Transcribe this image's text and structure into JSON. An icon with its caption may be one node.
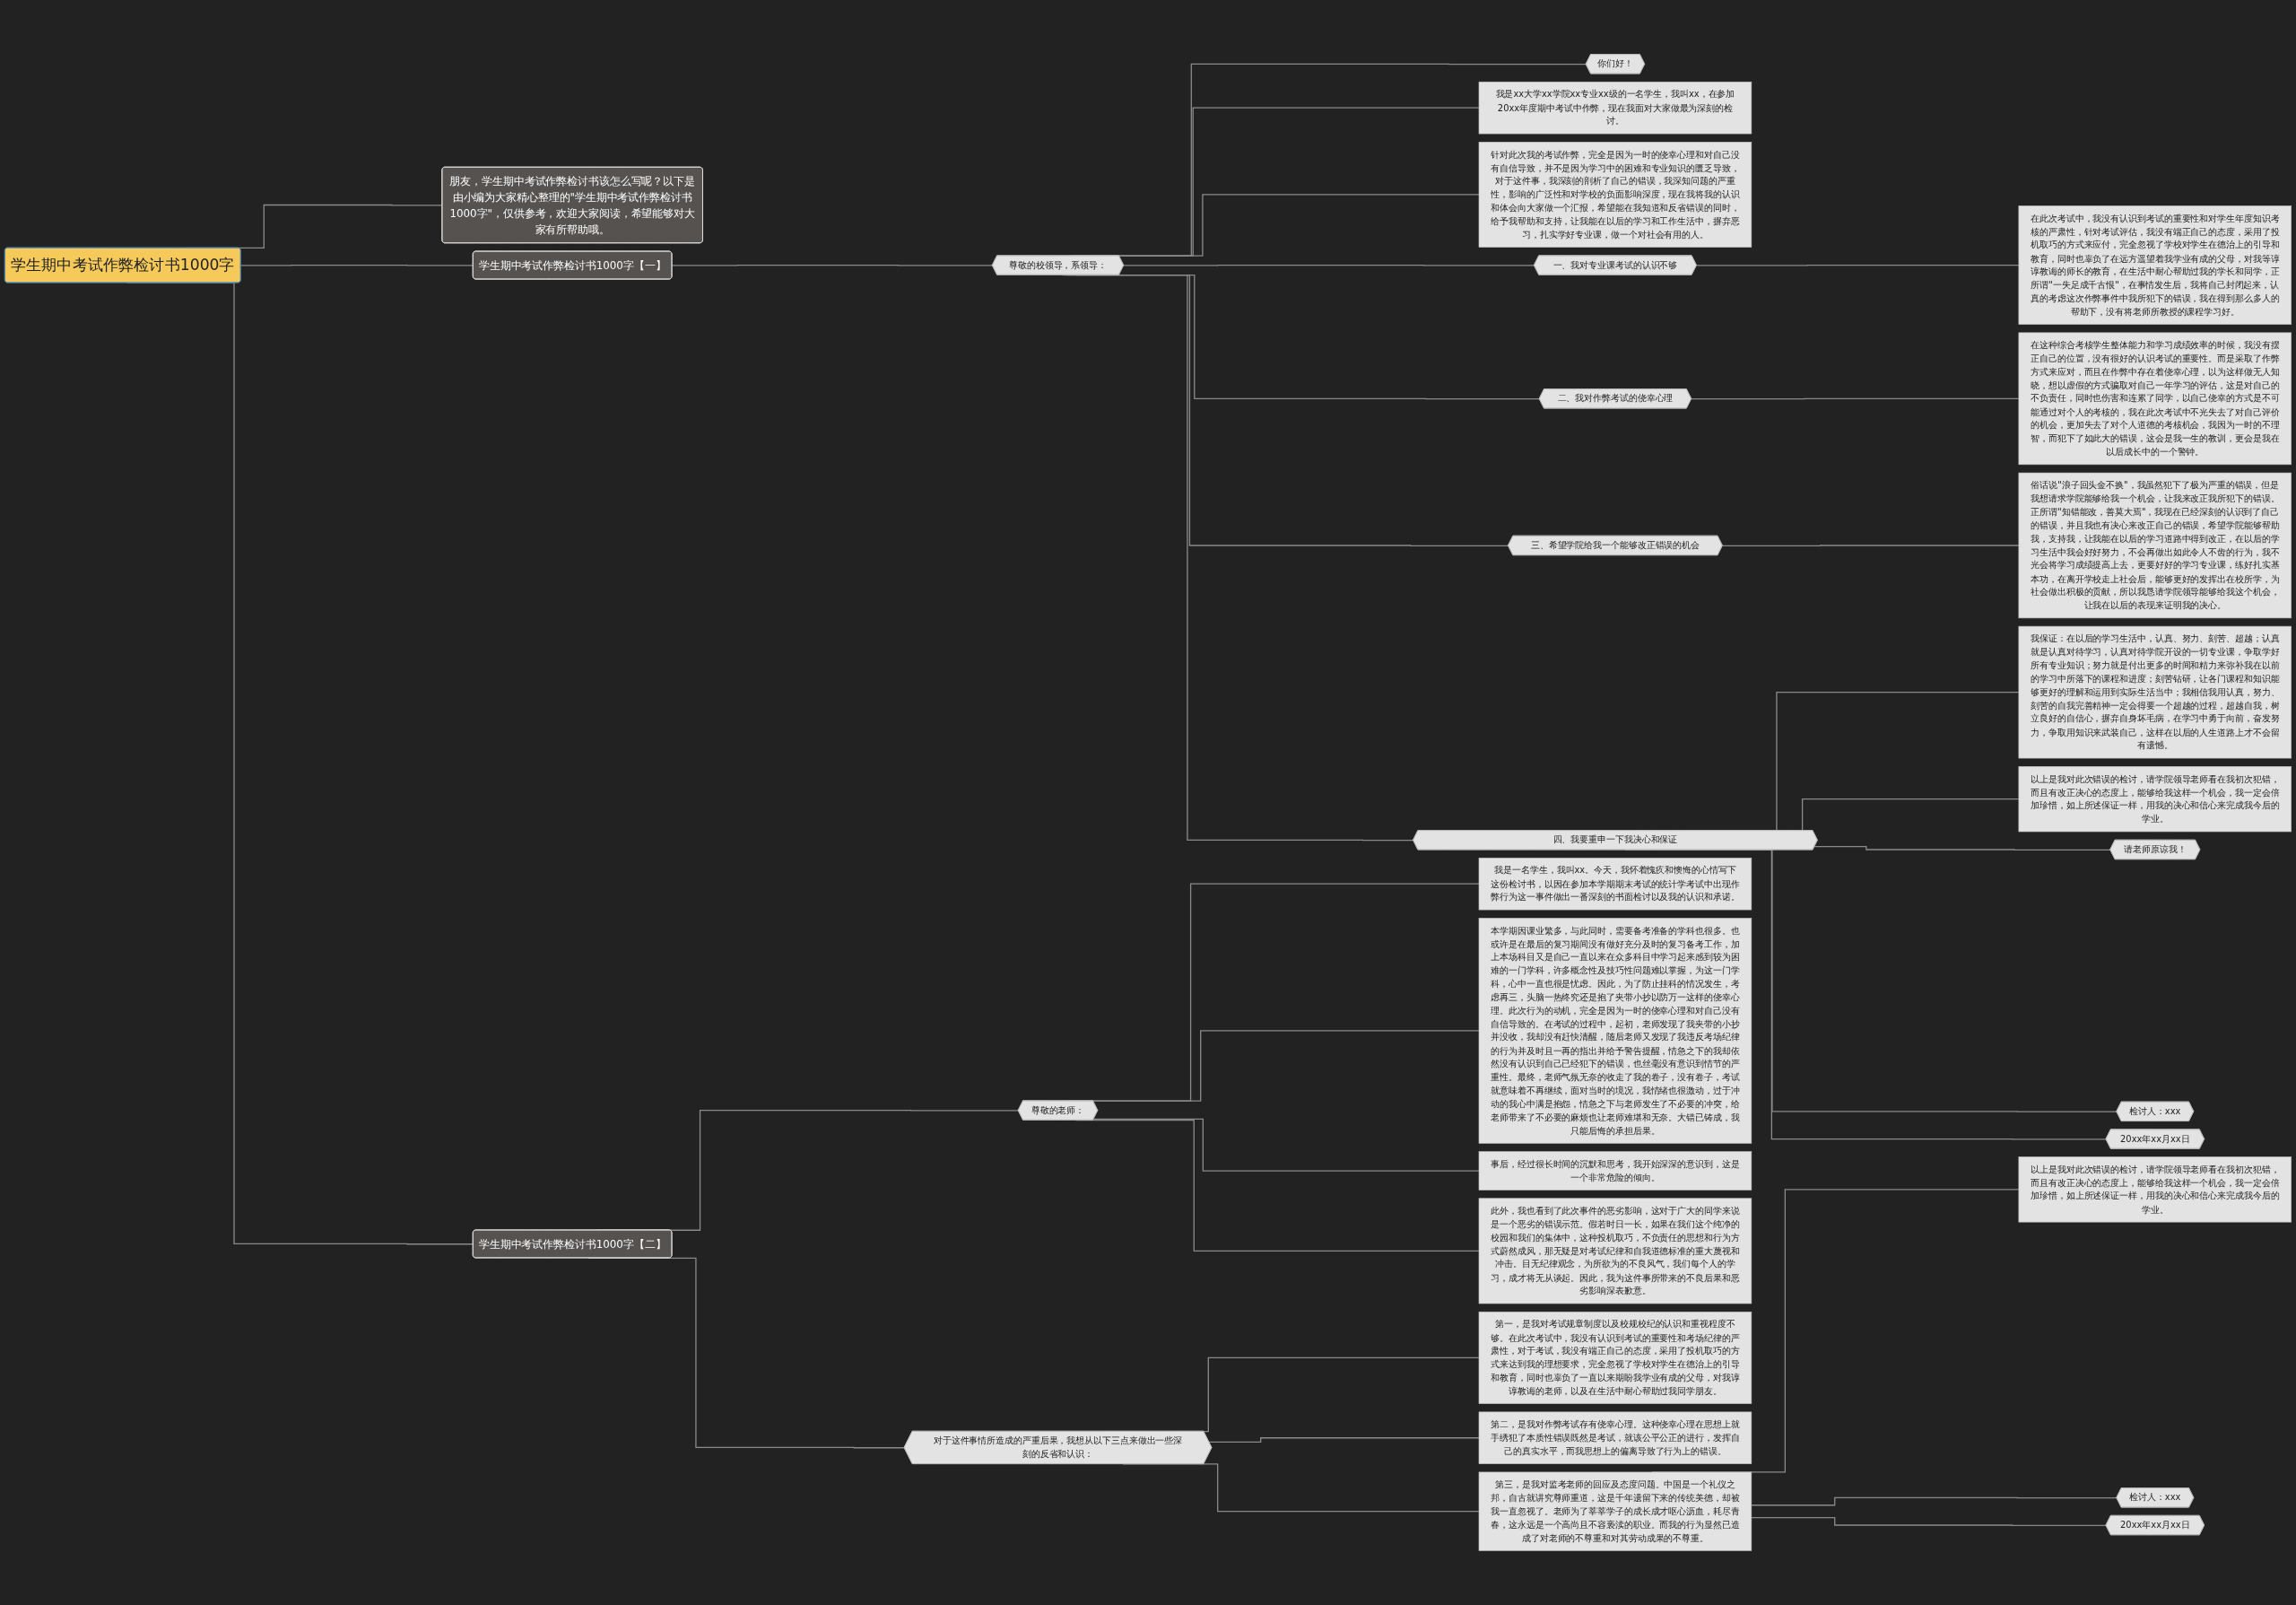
{
  "diagram": {
    "nodes": [
      {
        "text": [
          "学生期中考试作弊检讨书1000字"
        ]
      },
      {
        "text": [
          "朋友，学生期中考试作弊检讨书该怎么写呢？以下是由小编为大家精心整理的\"学生期中考试作弊检讨书1000字\"，仅供参考，欢迎大家阅读，希望能够对大家有所帮助哦。"
        ]
      },
      {
        "text": [
          "学生期中考试作弊检讨书1000字【一】"
        ]
      },
      {
        "text": [
          "尊敬的校领导，系领导："
        ]
      },
      {
        "text": [
          "你们好！"
        ]
      },
      {
        "text": [
          "我是xx大学xx学院xx专业xx级的一名学生，我叫xx，在参加20xx年度期中考试中作弊，现在我面对大家做最为深刻的检讨。"
        ]
      },
      {
        "text": [
          "针对此次我的考试作弊，完全是因为一时的侥幸心理和对自己没有自信导致，并不是因为学习中的困难和专业知识的匮乏导致，对于这件事，我深刻的剖析了自己的错误，我深知问题的严重性，影响的广泛性和对学校的负面影响深度，现在我将我的认识和体会向大家做一个汇报，希望能在我知道和反省错误的同时，给予我帮助和支持，让我能在以后的学习和工作生活中，摒弃恶习，扎实学好专业课，做一个对社会有用的人。"
        ]
      },
      {
        "text": [
          "一、我对专业课考试的认识不够"
        ]
      },
      {
        "text": [
          "在此次考试中，我没有认识到考试的重要性和对学生年度知识考核的严肃性，针对考试评估，我没有端正自己的态度，采用了投机取巧的方式来应付，完全忽视了学校对学生在德治上的引导和教育，同时也辜负了在远方遥望着我学业有成的父母，对我等谆谆教诲的师长的教育，在生活中耐心帮助过我的学长和同学，正所谓\"一失足成千古恨\"，在事情发生后，我将自己封闭起来，认真的考虑这次作弊事件中我所犯下的错误，我在得到那么多人的帮助下，没有将老师所教授的课程学习好。"
        ]
      },
      {
        "text": [
          "二、我对作弊考试的侥幸心理"
        ]
      },
      {
        "text": [
          "在这种综合考核学生整体能力和学习成绩效率的时候，我没有摆正自己的位置，没有很好的认识考试的重要性。而是采取了作弊方式来应对，而且在作弊中存在着侥幸心理，以为这样做无人知晓，想以虚假的方式骗取对自己一年学习的评估，这是对自己的不负责任，同时也伤害和连累了同学，以自己侥幸的方式是不可能通过对个人的考核的，我在此次考试中不光失去了对自己评价的机会，更加失去了对个人道德的考核机会，我因为一时的不理智，而犯下了如此大的错误，这会是我一生的教训，更会是我在以后成长中的一个警钟。"
        ]
      },
      {
        "text": [
          "三、希望学院给我一个能够改正错误的机会"
        ]
      },
      {
        "text": [
          "俗话说\"浪子回头金不换\"，我虽然犯下了极为严重的错误，但是我想请求学院能够给我一个机会，让我来改正我所犯下的错误。正所谓\"知错能改，善莫大焉\"，我现在已经深刻的认识到了自己的错误，并且我也有决心来改正自己的错误，希望学院能够帮助我，支持我，让我能在以后的学习道路中得到改正，在以后的学习生活中我会好好努力，不会再做出如此令人不齿的行为，我不光会将学习成绩提高上去，更要好好的学习专业课，练好扎实基本功，在离开学校走上社会后，能够更好的发挥出在校所学，为社会做出积极的贡献，所以我恳请学院领导能够给我这个机会，让我在以后的表现来证明我的决心。"
        ]
      },
      {
        "text": [
          "四、我要重申一下我决心和保证"
        ]
      },
      {
        "text": [
          "我保证：在以后的学习生活中，认真、努力、刻苦、超越；认真就是认真对待学习，认真对待学院开设的一切专业课，争取学好所有专业知识；努力就是付出更多的时间和精力来弥补我在以前的学习中所落下的课程和进度；刻苦钻研，让各门课程和知识能够更好的理解和运用到实际生活当中；我相信我用认真，努力、刻苦的自我完善精神一定会得要一个超越的过程，超越自我，树立良好的自信心，摒弃自身坏毛病，在学习中勇于向前，奋发努力，争取用知识来武装自己，这样在以后的人生道路上才不会留有遗憾。"
        ]
      },
      {
        "text": [
          "以上是我对此次错误的检讨，请学院领导老师看在我初次犯错，而且有改正决心的态度上，能够给我这样一个机会，我一定会倍加珍惜，如上所述保证一样，用我的决心和信心来完成我今后的学业。"
        ]
      },
      {
        "text": [
          "请老师原谅我！"
        ]
      },
      {
        "text": [
          "检讨人：xxx"
        ]
      },
      {
        "text": [
          "20xx年xx月xx日"
        ]
      },
      {
        "text": [
          "学生期中考试作弊检讨书1000字【二】"
        ]
      },
      {
        "text": [
          "尊敬的老师："
        ]
      },
      {
        "text": [
          "我是一名学生，我叫xx。今天，我怀着愧疚和懊悔的心情写下这份检讨书，以因在参加本学期期末考试的统计学考试中出现作弊行为这一事件做出一番深刻的书面检讨以及我的认识和承诺。"
        ]
      },
      {
        "text": [
          "本学期因课业繁多，与此同时，需要备考准备的学科也很多。也或许是在最后的复习期间没有做好充分及时的复习备考工作，加上本场科目又是自己一直以来在众多科目中学习起来感到较为困难的一门学科，许多概念性及技巧性问题难以掌握，为这一门学科，心中一直也很是忧虑。因此，为了防止挂科的情况发生，考虑再三，头脑一热终究还是抱了夹带小抄以防万一这样的侥幸心理。此次行为的动机，完全是因为一时的侥幸心理和对自己没有自信导致的。在考试的过程中，起初，老师发现了我夹带的小抄并没收，我却没有赶快清醒，随后老师又发现了我违反考场纪律的行为并及时且一再的指出并给予警告提醒，情急之下的我却依然没有认识到自己已经犯下的错误，也丝毫没有意识到情节的严重性。最终，老师气氛无奈的收走了我的卷子，没有卷子，考试就意味着不再继续，面对当时的境况，我情绪也很激动，过于冲动的我心中满是抱怨，情急之下与老师发生了不必要的冲突，给老师带来了不必要的麻烦也让老师难堪和无奈。大错已铸成，我只能后悔的承担后果。"
        ]
      },
      {
        "text": [
          "事后，经过很长时间的沉默和思考，我开始深深的意识到，这是一个非常危险的倾向。"
        ]
      },
      {
        "text": [
          "此外，我也看到了此次事件的恶劣影响，这对于广大的同学来说是一个恶劣的错误示范。假若时日一长，如果在我们这个纯净的校园和我们的集体中，这种投机取巧，不负责任的思想和行为方式蔚然成风，那无疑是对考试纪律和自我道德标准的重大蔑视和冲击。目无纪律观念，为所欲为的不良风气，我们每个人的学习，成才将无从谈起。因此，我为这件事所带来的不良后果和恶劣影响深表歉意。"
        ]
      },
      {
        "text": [
          "对于这件事情所造成的严重后果，我想从以下三点来做出一些深刻的反省和认识："
        ]
      },
      {
        "text": [
          "第一，是我对考试规章制度以及校规校纪的认识和重视程度不够。在此次考试中，我没有认识到考试的重要性和考场纪律的严肃性，对于考试，我没有端正自己的态度，采用了投机取巧的方式来达到我的理想要求，完全忽视了学校对学生在德治上的引导和教育，同时也辜负了一直以来期盼我学业有成的父母，对我谆谆教诲的老师，以及在生活中耐心帮助过我同学朋友。"
        ]
      },
      {
        "text": [
          "第二，是我对作弊考试存有侥幸心理。这种侥幸心理在思想上就手绣犯了本质性错误既然是考试，就该公平公正的进行，发挥自己的真实水平，而我思想上的偏离导致了行为上的错误。"
        ]
      },
      {
        "text": [
          "第三，是我对监考老师的回应及态度问题。中国是一个礼仪之邦，自古就讲究尊师重道，这是千年遗留下来的传统美德，却被我一直忽视了。老师为了莘莘学子的成长成才呕心沥血，耗尽青春，这永远是一个高尚且不容亵渎的职业。而我的行为显然已造成了对老师的不尊重和对其劳动成果的不尊重。"
        ]
      },
      {
        "text": [
          "以上是我对此次错误的检讨，请学院领导老师看在我初次犯错，而且有改正决心的态度上，能够给我这样一个机会，我一定会倍加珍惜，如上所述保证一样，用我的决心和信心来完成我今后的学业。"
        ]
      },
      {
        "text": [
          "检讨人：xxx"
        ]
      },
      {
        "text": [
          "20xx年xx月xx日"
        ]
      }
    ],
    "edges": [
      {
        "from": 0,
        "to": 1,
        "arrow": "none"
      },
      {
        "from": 0,
        "to": 2,
        "arrow": "none"
      },
      {
        "from": 2,
        "to": 3,
        "arrow": "none"
      },
      {
        "from": 3,
        "to": 4,
        "arrow": "none"
      },
      {
        "from": 3,
        "to": 5,
        "arrow": "none"
      },
      {
        "from": 3,
        "to": 6,
        "arrow": "none"
      },
      {
        "from": 3,
        "to": 7,
        "arrow": "none"
      },
      {
        "from": 7,
        "to": 8,
        "arrow": "none"
      },
      {
        "from": 3,
        "to": 9,
        "arrow": "none"
      },
      {
        "from": 9,
        "to": 10,
        "arrow": "none"
      },
      {
        "from": 3,
        "to": 11,
        "arrow": "none"
      },
      {
        "from": 11,
        "to": 12,
        "arrow": "none"
      },
      {
        "from": 3,
        "to": 13,
        "arrow": "none"
      },
      {
        "from": 13,
        "to": 14,
        "arrow": "none"
      },
      {
        "from": 13,
        "to": 15,
        "arrow": "none"
      },
      {
        "from": 13,
        "to": 16,
        "arrow": "none"
      },
      {
        "from": 13,
        "to": 17,
        "arrow": "none"
      },
      {
        "from": 13,
        "to": 18,
        "arrow": "none"
      },
      {
        "from": 0,
        "to": 19,
        "arrow": "none"
      },
      {
        "from": 19,
        "to": 20,
        "arrow": "none"
      },
      {
        "from": 20,
        "to": 21,
        "arrow": "none"
      },
      {
        "from": 20,
        "to": 22,
        "arrow": "none"
      },
      {
        "from": 20,
        "to": 23,
        "arrow": "none"
      },
      {
        "from": 20,
        "to": 24,
        "arrow": "none"
      },
      {
        "from": 19,
        "to": 25,
        "arrow": "none"
      },
      {
        "from": 25,
        "to": 26,
        "arrow": "none"
      },
      {
        "from": 25,
        "to": 27,
        "arrow": "none"
      },
      {
        "from": 25,
        "to": 28,
        "arrow": "none"
      },
      {
        "from": 28,
        "to": 29,
        "arrow": "none"
      },
      {
        "from": 28,
        "to": 30,
        "arrow": "none"
      },
      {
        "from": 28,
        "to": 31,
        "arrow": "none"
      }
    ]
  }
}
